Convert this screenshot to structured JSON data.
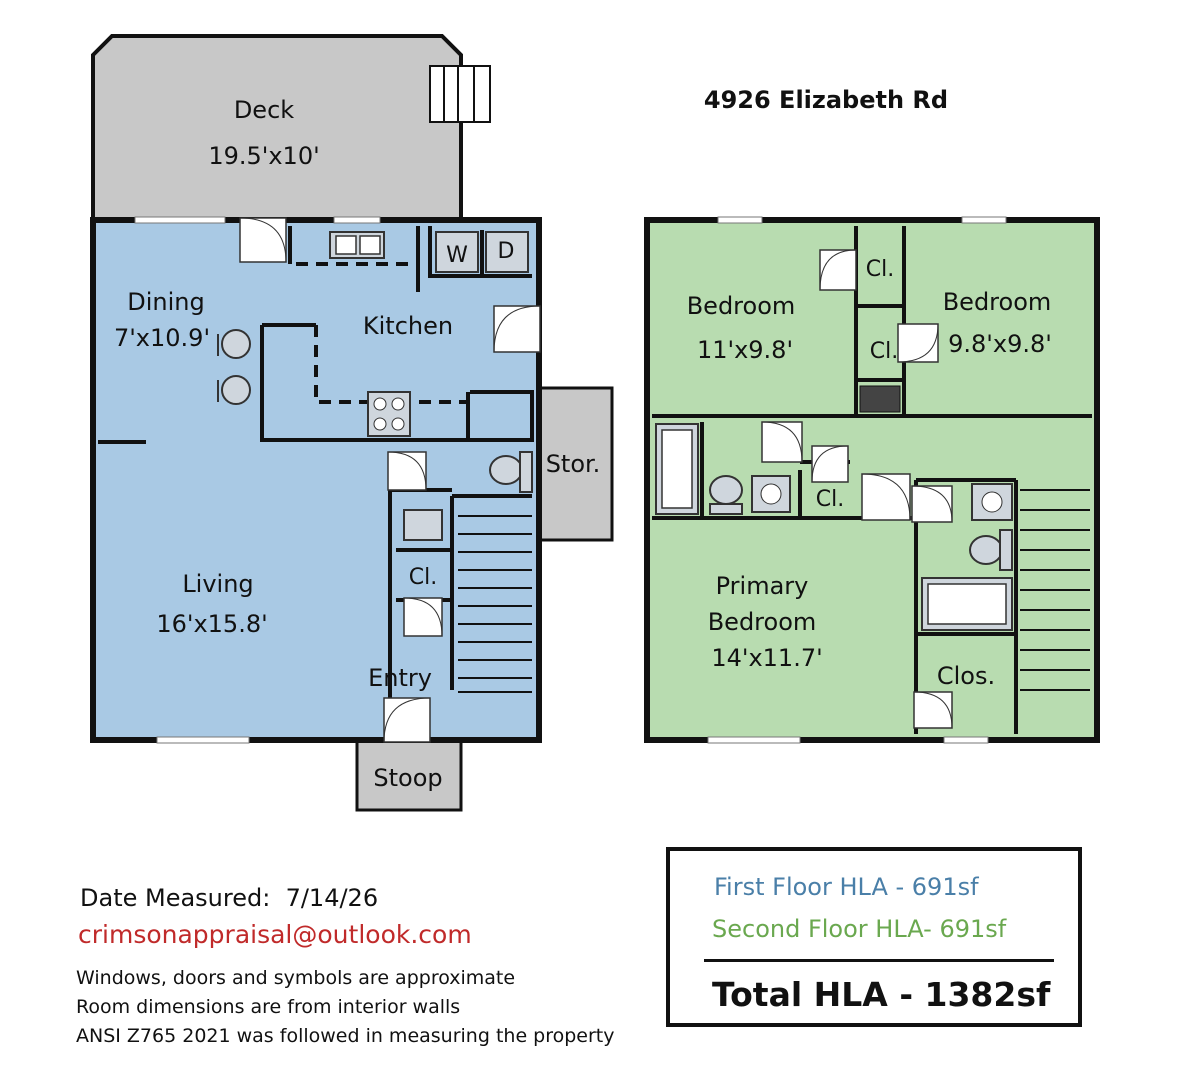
{
  "title": "4926 Elizabeth Rd",
  "first_floor": {
    "deck": {
      "name": "Deck",
      "dims": "19.5'x10'"
    },
    "dining": {
      "name": "Dining",
      "dims": "7'x10.9'"
    },
    "kitchen": {
      "name": "Kitchen"
    },
    "living": {
      "name": "Living",
      "dims": "16'x15.8'"
    },
    "entry": {
      "name": "Entry"
    },
    "closet": "Cl.",
    "storage": "Stor.",
    "stoop": "Stoop",
    "washer": "W",
    "dryer": "D"
  },
  "second_floor": {
    "bedroom1": {
      "name": "Bedroom",
      "dims": "11'x9.8'"
    },
    "bedroom2": {
      "name": "Bedroom",
      "dims": "9.8'x9.8'"
    },
    "primary": {
      "line1": "Primary",
      "line2": "Bedroom",
      "dims": "14'x11.7'"
    },
    "closet": "Cl.",
    "closet_large": "Clos."
  },
  "footer": {
    "date_label": "Date Measured:",
    "date": "7/14/26",
    "email": "crimsonappraisal@outlook.com",
    "notes": [
      "Windows, doors and symbols are approximate",
      "Room dimensions are from interior walls",
      "ANSI Z765 2021 was followed in measuring the property"
    ]
  },
  "summary": {
    "first": "First Floor HLA - 691sf",
    "second": "Second Floor HLA- 691sf",
    "total": "Total HLA - 1382sf"
  },
  "colors": {
    "first_floor": "#a9c9e4",
    "second_floor": "#b8dcb0",
    "exterior": "#c8c8c8",
    "email": "#c02a2a"
  }
}
